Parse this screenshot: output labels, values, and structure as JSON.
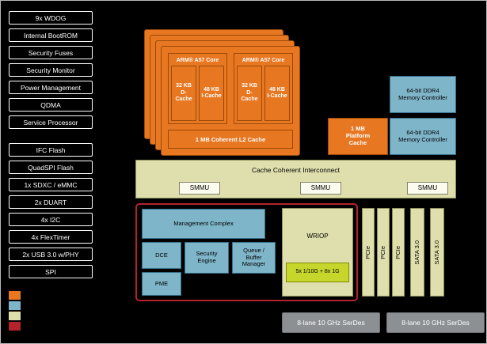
{
  "colors": {
    "core_orange": "#E87722",
    "accel_blue": "#7FB5C9",
    "io_khaki": "#DFDFAD",
    "ethernet_lime": "#C6D62B",
    "region_red": "#B3232B",
    "serdes_gray": "#8D9093",
    "background": "#000000"
  },
  "sidebar": {
    "items_top": [
      "9x WDOG",
      "Internal BootROM",
      "Security Fuses",
      "Security Monitor",
      "Power Management",
      "QDMA",
      "Service Processor"
    ],
    "items_bottom": [
      "IFC Flash",
      "QuadSPI Flash",
      "1x SDXC / eMMC",
      "2x DUART",
      "4x I2C",
      "4x FlexTimer",
      "2x USB 3.0 w/PHY",
      "SPI"
    ]
  },
  "legend": {
    "swatches": [
      "#E87722",
      "#7FB5C9",
      "#DFDFAD",
      "#B3232B"
    ]
  },
  "cpu_cluster": {
    "core_label": "ARM® A57 Core",
    "dcache": "32 KB D-Cache",
    "icache": "48 KB I-Cache",
    "l2": "1 MB Coherent L2 Cache"
  },
  "platform_cache": "1 MB Platform Cache",
  "memory": {
    "ddr1": "64-bit DDR4 Memory Controller",
    "ddr2": "64-bit DDR4 Memory Controller"
  },
  "interconnect": {
    "label": "Cache Coherent Interconnect",
    "smmu1": "SMMU",
    "smmu2": "SMMU",
    "smmu3": "SMMU"
  },
  "datapath": {
    "management_complex": "Management Complex",
    "dce": "DCE",
    "security_engine": "Security Engine",
    "queue_buffer_manager": "Queue / Buffer Manager",
    "pme": "PME",
    "wriop": "WRIOP",
    "ethernet": "5x 1/10G + 8x 1G"
  },
  "io": {
    "pcie1": "PCIe",
    "pcie2": "PCIe",
    "pcie3": "PCIe",
    "sata1": "SATA 3.0",
    "sata2": "SATA 3.0"
  },
  "serdes": {
    "left": "8-lane 10 GHz SerDes",
    "right": "8-lane 10 GHz SerDes"
  }
}
